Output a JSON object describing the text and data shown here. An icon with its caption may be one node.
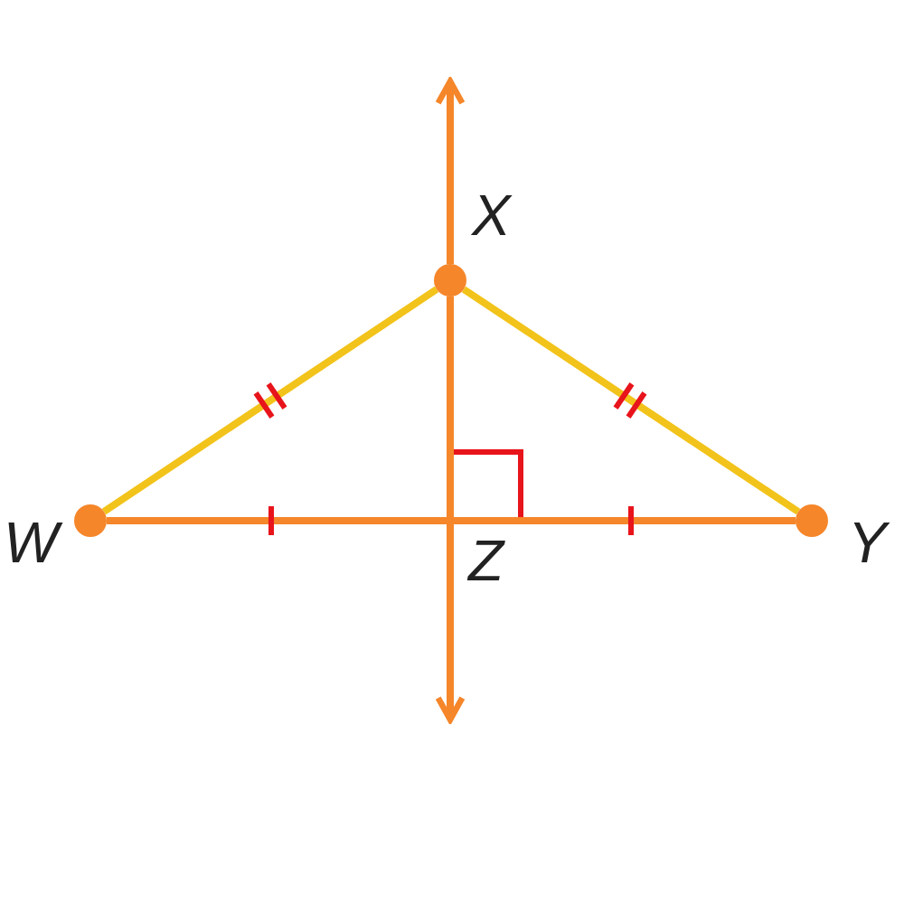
{
  "diagram": {
    "nodes": [
      {
        "text": [],
        "shape": "circle",
        "beside": [
          "W"
        ]
      },
      {
        "text": [],
        "shape": "circle",
        "beside": [
          "X"
        ]
      },
      {
        "text": [],
        "shape": "circle",
        "beside": [
          "Y"
        ]
      },
      {
        "text": [],
        "shape": "point",
        "beside": [
          "Z"
        ]
      }
    ],
    "edges": [
      {
        "from": 0,
        "to": 1,
        "arrow": "none",
        "color": "#f2c31a"
      },
      {
        "from": 1,
        "to": 2,
        "arrow": "none",
        "color": "#f2c31a"
      },
      {
        "from": 0,
        "to": 3,
        "arrow": "none"
      },
      {
        "from": 3,
        "to": 2,
        "arrow": "none"
      },
      {
        "from": 1,
        "to": null,
        "arrow": "to"
      },
      {
        "from": 1,
        "to": 3,
        "arrow": "none"
      },
      {
        "from": 3,
        "to": null,
        "arrow": "to"
      }
    ]
  }
}
